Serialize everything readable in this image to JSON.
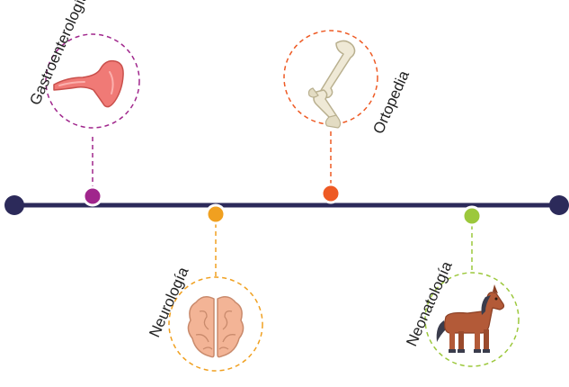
{
  "timeline": {
    "line_color": "#2c2a5a",
    "items": [
      {
        "label": "Gastroenterología",
        "icon": "intestine-icon",
        "color": "#a0268c"
      },
      {
        "label": "Ortopedia",
        "icon": "leg-bone-icon",
        "color": "#ee5a24"
      },
      {
        "label": "Neurología",
        "icon": "brain-icon",
        "color": "#f0a020"
      },
      {
        "label": "Neonatología",
        "icon": "horse-icon",
        "color": "#9cc83c"
      }
    ]
  }
}
